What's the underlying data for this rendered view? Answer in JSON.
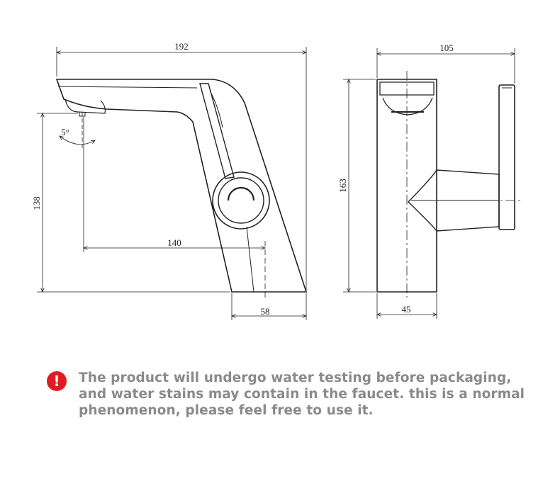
{
  "dimensions": {
    "side_width": "192",
    "side_height": "138",
    "spout_reach": "140",
    "base_depth": "58",
    "spout_angle": "5°",
    "front_width": "105",
    "front_height": "163",
    "front_base": "45"
  },
  "notice": {
    "icon": "exclamation-icon",
    "icon_glyph": "!",
    "icon_color": "#e11b22",
    "text": "The product will undergo water testing before packaging, and water stains may contain in the faucet. this is a normal phenomenon, please feel free to use it.",
    "text_color": "#8a8a8a"
  }
}
